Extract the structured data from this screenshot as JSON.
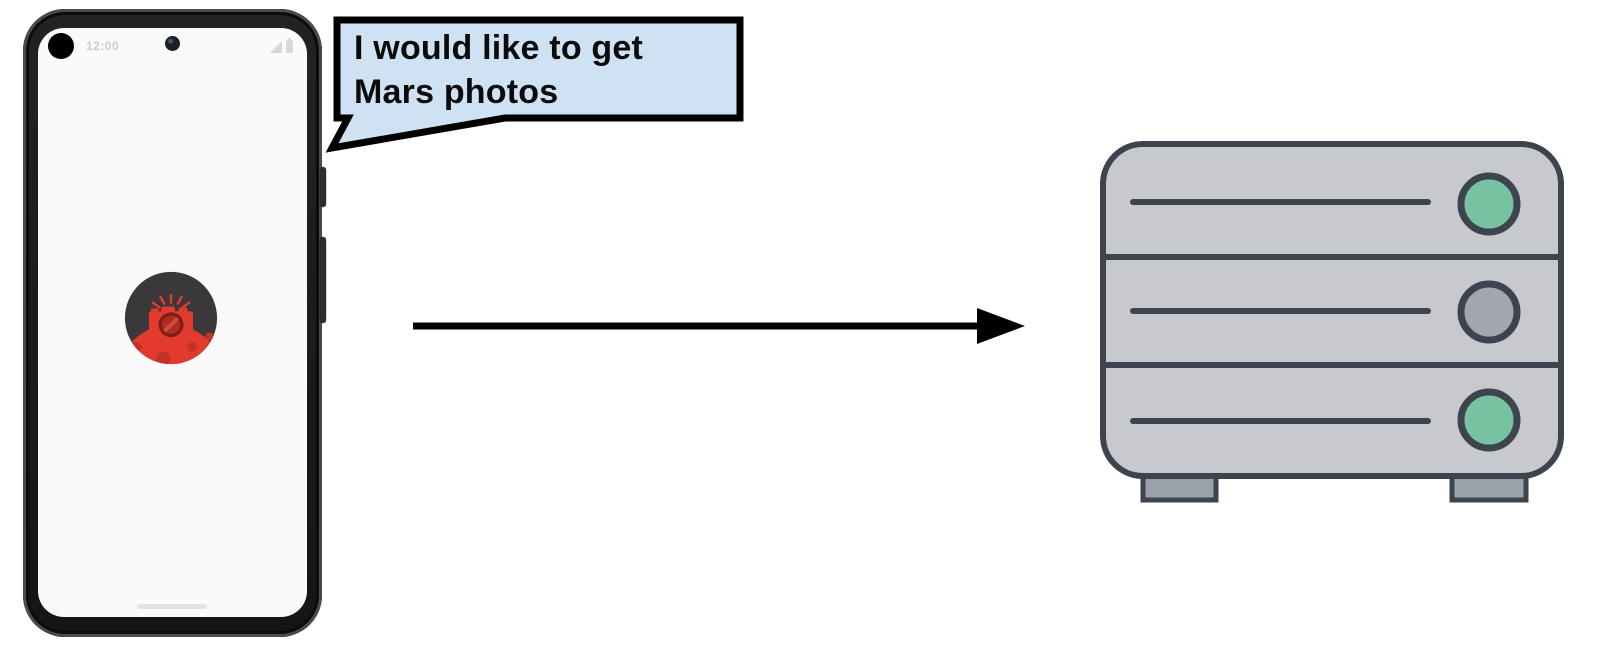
{
  "phone": {
    "status_time": "12:00",
    "app_icon": "mars-red-camera",
    "screen_color": "#fafafa"
  },
  "speech_bubble": {
    "lines": [
      "I would like to get",
      "Mars photos"
    ],
    "fill": "#cfe2f3",
    "border_color": "#000000"
  },
  "arrow": {
    "direction": "right",
    "color": "#000000"
  },
  "server": {
    "icon": "server-stack",
    "body_color": "#c8c9ce",
    "outline_color": "#3e444e",
    "foot_color": "#9aa1ab",
    "lights": [
      {
        "position": "top",
        "color": "#77c2a0"
      },
      {
        "position": "middle",
        "color": "#a2a6ae"
      },
      {
        "position": "bottom",
        "color": "#77c2a0"
      }
    ]
  }
}
